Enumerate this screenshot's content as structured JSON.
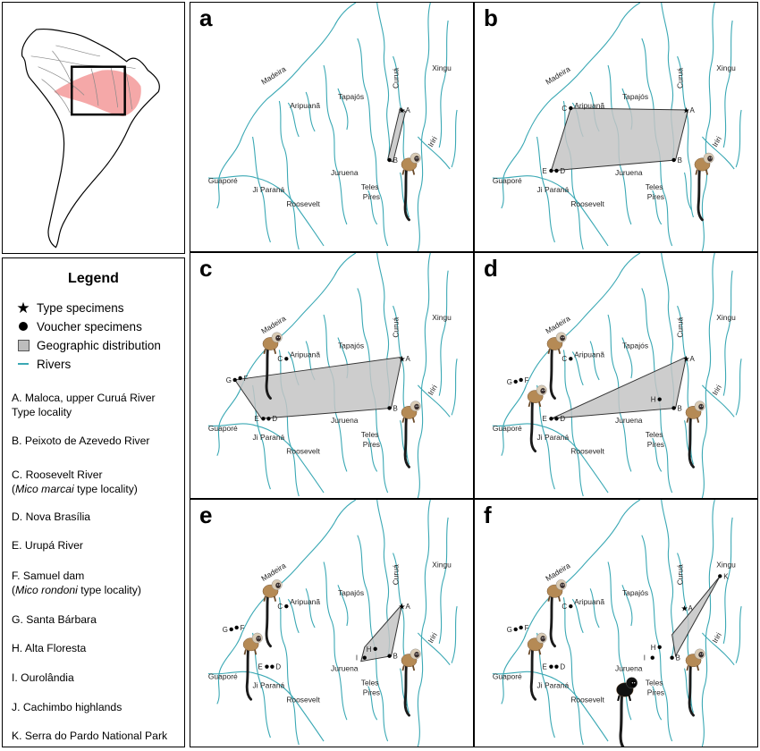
{
  "panel_letters": [
    "a",
    "b",
    "c",
    "d",
    "e",
    "f"
  ],
  "legend": {
    "title": "Legend",
    "symbols": [
      {
        "label": "Type specimens",
        "icon": "star-icon"
      },
      {
        "label": "Voucher specimens",
        "icon": "dot-icon"
      },
      {
        "label": "Geographic distribution",
        "icon": "gray-polygon-icon"
      },
      {
        "label": "Rivers",
        "icon": "river-line-icon"
      }
    ],
    "localities": [
      {
        "line1": "A. Maloca, upper Curuá River",
        "line2": "Type locality"
      },
      {
        "line1": "B. Peixoto de Azevedo River"
      },
      {
        "line1": "C. Roosevelt River",
        "line2_pre": "(",
        "line2_italic": "Mico marcai",
        "line2_post": " type locality)"
      },
      {
        "line1": "D. Nova Brasília"
      },
      {
        "line1": "E. Urupá River"
      },
      {
        "line1": "F. Samuel dam",
        "line2_pre": "(",
        "line2_italic": "Mico rondoni",
        "line2_post": " type locality)"
      },
      {
        "line1": "G. Santa Bárbara"
      },
      {
        "line1": "H. Alta Floresta"
      },
      {
        "line1": "I. Ourolândia"
      },
      {
        "line1": "J. Cachimbo highlands"
      },
      {
        "line1": "K. Serra do Pardo National Park"
      }
    ]
  },
  "rivers": {
    "madeira": "Madeira",
    "aripuana": "Aripuanã",
    "tapajos": "Tapajós",
    "curua": "Curuá",
    "xingu": "Xingu",
    "iriri": "Iriri",
    "guapore": "Guaporé",
    "ji_parana": "Ji Paraná",
    "roosevelt": "Roosevelt",
    "juruena": "Juruena",
    "teles": "Teles",
    "pires": "Pires"
  },
  "point_labels": {
    "A": "A",
    "B": "B",
    "C": "C",
    "D": "D",
    "E": "E",
    "F": "F",
    "G": "G",
    "H": "H",
    "I": "I",
    "K": "K"
  },
  "colors": {
    "river": "#3aa8b4",
    "distribution_fill": "#c4c4c4",
    "range_highlight": "#f28b8b"
  }
}
